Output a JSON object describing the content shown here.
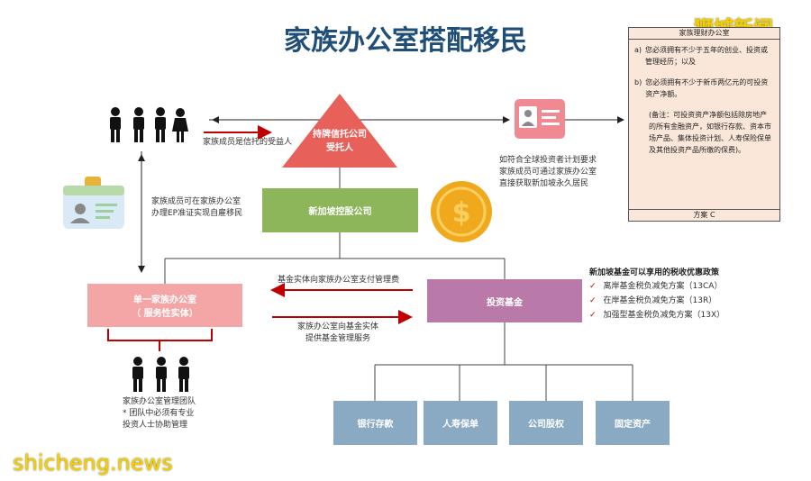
{
  "title": "家族办公室搭配移民",
  "watermark_top": "狮城新闻",
  "watermark_bottom": "shicheng.news",
  "family_members_label": "家族成员是信托的受益人",
  "trust": {
    "line1": "持牌信托公司",
    "line2": "受托人"
  },
  "holding_company": "新加坡控股公司",
  "work_pass_note": [
    "家族成员可在家族办公室",
    "办理EP准证实现自雇移民"
  ],
  "gip_note": [
    "如符合全球投资者计划要求",
    "家族成员可通过家族办公室",
    "直接获取新加坡永久居民"
  ],
  "panel": {
    "header": "家族理财办公室",
    "items": [
      {
        "marker": "a)",
        "text": "您必须拥有不少于五年的创业、投资或管理经历；以及"
      },
      {
        "marker": "b)",
        "text": "您必须拥有不少于新币两亿元的可投资资产净额。"
      }
    ],
    "note": "(备注：可投资资产净额包括除房地产的所有金融资产，如银行存款、资本市场产品、集体投资计划、人寿保险保单及其他投资产品所缴的保费)。",
    "footer": "方案 C"
  },
  "single_fo": {
    "line1": "单一家族办公室",
    "line2": "（ 服务性实体）"
  },
  "fee_arrow_label": "基金实体向家族办公室支付管理费",
  "service_arrow_label": [
    "家族办公室向基金实体",
    "提供基金管理服务"
  ],
  "fund": "投资基金",
  "tax_title": "新加坡基金可以享用的税收优惠政策",
  "tax_schemes": [
    {
      "check": "✓",
      "text": "离岸基金税负减免方案（13CA）"
    },
    {
      "check": "✓",
      "text": "在岸基金税负减免方案（13R）"
    },
    {
      "check": "✓",
      "text": "加强型基金税负减免方案（13X）"
    }
  ],
  "team_note": [
    "家族办公室管理团队",
    "* 团队中必须有专业",
    "投资人士协助管理"
  ],
  "assets": [
    "银行存款",
    "人寿保单",
    "公司股权",
    "固定资产"
  ],
  "colors": {
    "title": "#1f4e79",
    "trust": "#e8605a",
    "holding": "#8db55a",
    "single_fo": "#f4a5a5",
    "fund": "#b97aa9",
    "asset": "#8aaac4",
    "coin": "#f0a91c",
    "arrow_red": "#c00000",
    "panel_bg": "#fbe7d9"
  }
}
